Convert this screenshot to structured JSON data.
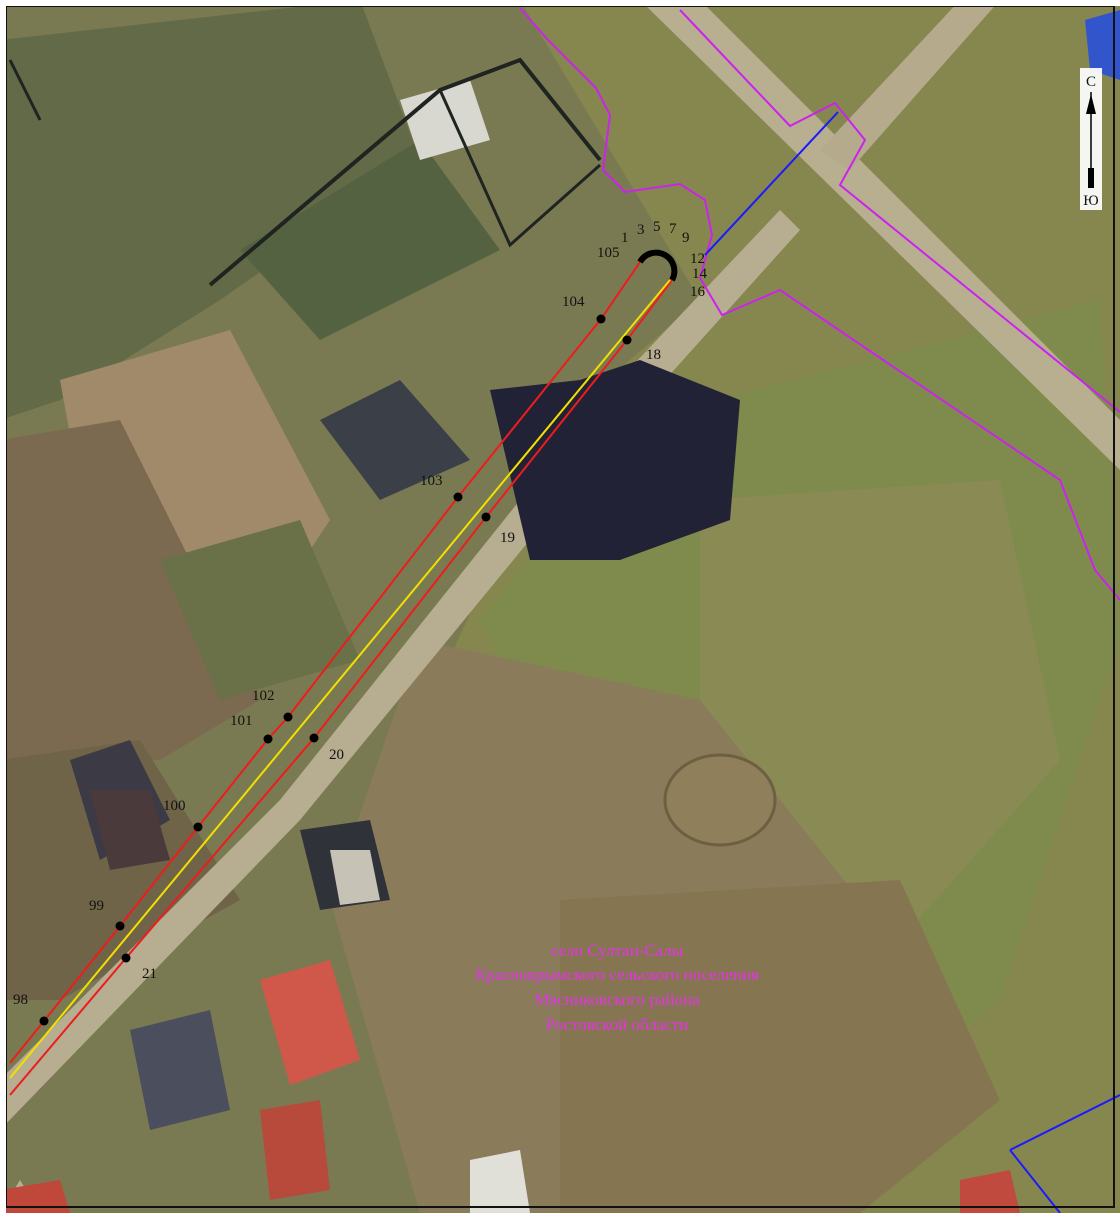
{
  "settlement_label": {
    "line1": "село Султан-Салы",
    "line2": "Краснокрымского сельского поселения",
    "line3": "Мясниковского района",
    "line4": "Ростовской области",
    "color": "#e633e6"
  },
  "compass": {
    "north": "С",
    "south": "Ю"
  },
  "colors": {
    "boundary": "#cc22ee",
    "line_red": "#ee1c1c",
    "line_yellow": "#f2e000",
    "line_blue": "#1a1aff",
    "point": "#000000"
  },
  "points": [
    {
      "id": "p104",
      "label": "104"
    },
    {
      "id": "p18",
      "label": "18"
    },
    {
      "id": "p103",
      "label": "103"
    },
    {
      "id": "p19",
      "label": "19"
    },
    {
      "id": "p102",
      "label": "102"
    },
    {
      "id": "p101",
      "label": "101"
    },
    {
      "id": "p20",
      "label": "20"
    },
    {
      "id": "p100",
      "label": "100"
    },
    {
      "id": "p99",
      "label": "99"
    },
    {
      "id": "p21",
      "label": "21"
    },
    {
      "id": "p98",
      "label": "98"
    }
  ],
  "arc_labels": [
    "1",
    "3",
    "5",
    "7",
    "9",
    "105",
    "12",
    "14",
    "16"
  ]
}
